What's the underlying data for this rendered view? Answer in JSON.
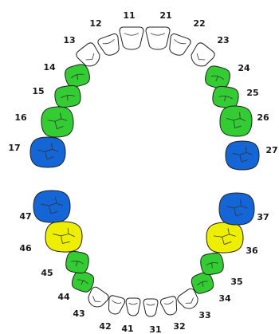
{
  "legend_colors": {
    "unmarked": "#ffffff",
    "green": "#33cc33",
    "yellow": "#eeee00",
    "blue": "#1466d6"
  },
  "teeth": [
    {
      "id": "11",
      "label": "11",
      "color": "unmarked"
    },
    {
      "id": "12",
      "label": "12",
      "color": "unmarked"
    },
    {
      "id": "13",
      "label": "13",
      "color": "unmarked"
    },
    {
      "id": "14",
      "label": "14",
      "color": "green"
    },
    {
      "id": "15",
      "label": "15",
      "color": "green"
    },
    {
      "id": "16",
      "label": "16",
      "color": "green"
    },
    {
      "id": "17",
      "label": "17",
      "color": "blue"
    },
    {
      "id": "21",
      "label": "21",
      "color": "unmarked"
    },
    {
      "id": "22",
      "label": "22",
      "color": "unmarked"
    },
    {
      "id": "23",
      "label": "23",
      "color": "unmarked"
    },
    {
      "id": "24",
      "label": "24",
      "color": "green"
    },
    {
      "id": "25",
      "label": "25",
      "color": "green"
    },
    {
      "id": "26",
      "label": "26",
      "color": "green"
    },
    {
      "id": "27",
      "label": "27",
      "color": "blue"
    },
    {
      "id": "31",
      "label": "31",
      "color": "unmarked"
    },
    {
      "id": "32",
      "label": "32",
      "color": "unmarked"
    },
    {
      "id": "33",
      "label": "33",
      "color": "unmarked"
    },
    {
      "id": "34",
      "label": "34",
      "color": "green"
    },
    {
      "id": "35",
      "label": "35",
      "color": "green"
    },
    {
      "id": "36",
      "label": "36",
      "color": "yellow"
    },
    {
      "id": "37",
      "label": "37",
      "color": "blue"
    },
    {
      "id": "41",
      "label": "41",
      "color": "unmarked"
    },
    {
      "id": "42",
      "label": "42",
      "color": "unmarked"
    },
    {
      "id": "43",
      "label": "43",
      "color": "unmarked"
    },
    {
      "id": "44",
      "label": "44",
      "color": "green"
    },
    {
      "id": "45",
      "label": "45",
      "color": "green"
    },
    {
      "id": "46",
      "label": "46",
      "color": "yellow"
    },
    {
      "id": "47",
      "label": "47",
      "color": "blue"
    }
  ]
}
